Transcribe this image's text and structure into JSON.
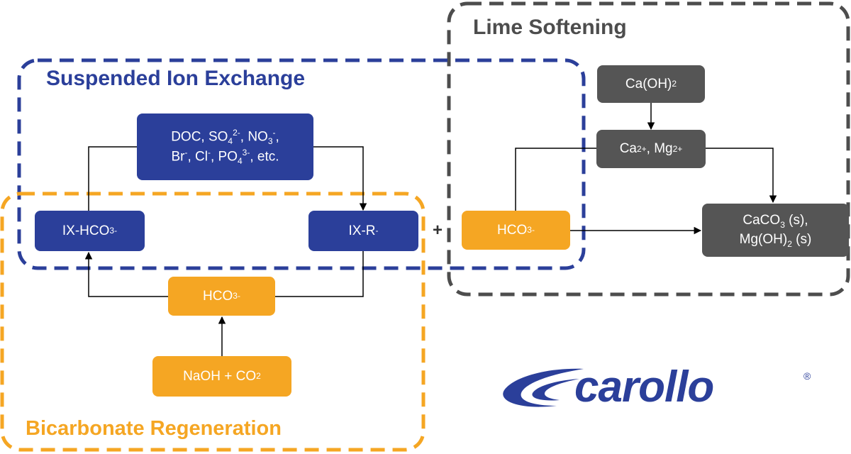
{
  "groups": {
    "ion_exchange": "Suspended Ion Exchange",
    "bicarbonate": "Bicarbonate  Regeneration",
    "lime": "Lime Softening"
  },
  "nodes": {
    "ions": {
      "line1": [
        "DOC, SO",
        "4",
        "2-",
        ", NO",
        "3",
        "-",
        ","
      ],
      "line2": [
        "Br",
        "-",
        ", Cl",
        "-",
        ", PO",
        "4",
        "3-",
        ", etc."
      ]
    },
    "ix_hco3": [
      "IX-HCO",
      "3",
      "-"
    ],
    "ix_r": [
      "IX-R",
      "-"
    ],
    "hco3_regen": [
      "HCO",
      "3",
      "-"
    ],
    "naoh": [
      "NaOH + CO",
      "2"
    ],
    "hco3_lime": [
      "HCO",
      "3",
      "-"
    ],
    "caoh2": [
      "Ca(OH)",
      "2"
    ],
    "ca_mg": [
      "Ca",
      "2+",
      ", Mg",
      "2+"
    ],
    "products": {
      "line1": [
        "CaCO",
        "3",
        " (s),"
      ],
      "line2": [
        "Mg(OH)",
        "2",
        " (s)"
      ]
    }
  },
  "plus": "+",
  "logo": {
    "text": "carollo",
    "reg": "®"
  },
  "colors": {
    "blue": "#2b3f9a",
    "orange": "#f5a623",
    "gray": "#555555"
  }
}
